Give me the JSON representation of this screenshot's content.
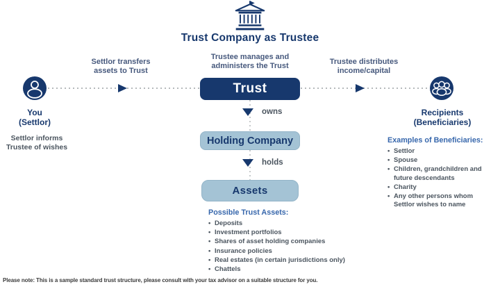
{
  "title": "Trust Company as Trustee",
  "trustee_icon": "bank-building-icon",
  "flow_labels": {
    "left": [
      "Settlor transfers",
      "assets to Trust"
    ],
    "center": [
      "Trustee manages and",
      "administers the Trust"
    ],
    "right": [
      "Trustee distributes",
      "income/capital"
    ]
  },
  "actors": {
    "settlor": {
      "icon": "person-icon",
      "name": "You",
      "role": "(Settlor)",
      "note": [
        "Settlor informs",
        "Trustee of wishes"
      ]
    },
    "recipients": {
      "icon": "people-group-icon",
      "name": "Recipients",
      "role": "(Beneficiaries)"
    }
  },
  "boxes": {
    "trust": "Trust",
    "holding_company": "Holding Company",
    "assets": "Assets"
  },
  "relations": {
    "trust_to_holding": "owns",
    "holding_to_assets": "holds"
  },
  "beneficiaries": {
    "heading": "Examples of Beneficiaries:",
    "items": [
      "Settlor",
      "Spouse",
      "Children, grandchildren and future descendants",
      "Charity",
      "Any other persons whom Settlor wishes to name"
    ]
  },
  "trust_assets": {
    "heading": "Possible Trust Assets:",
    "items": [
      "Deposits",
      "Investment portfolios",
      "Shares of asset holding companies",
      "Insurance policies",
      "Real estates (in certain jurisdictions only)",
      "Chattels"
    ]
  },
  "footer_note": "Please note: This is a sample standard trust structure, please consult with your tax advisor on a suitable structure for you.",
  "colors": {
    "navy": "#17386d",
    "flow_label_blue": "#47597d",
    "heading_blue": "#3767ac",
    "body_slate": "#4b555f",
    "box_light_blue": "#a4c3d5",
    "dotted_line_gray": "#b5b9bb"
  }
}
